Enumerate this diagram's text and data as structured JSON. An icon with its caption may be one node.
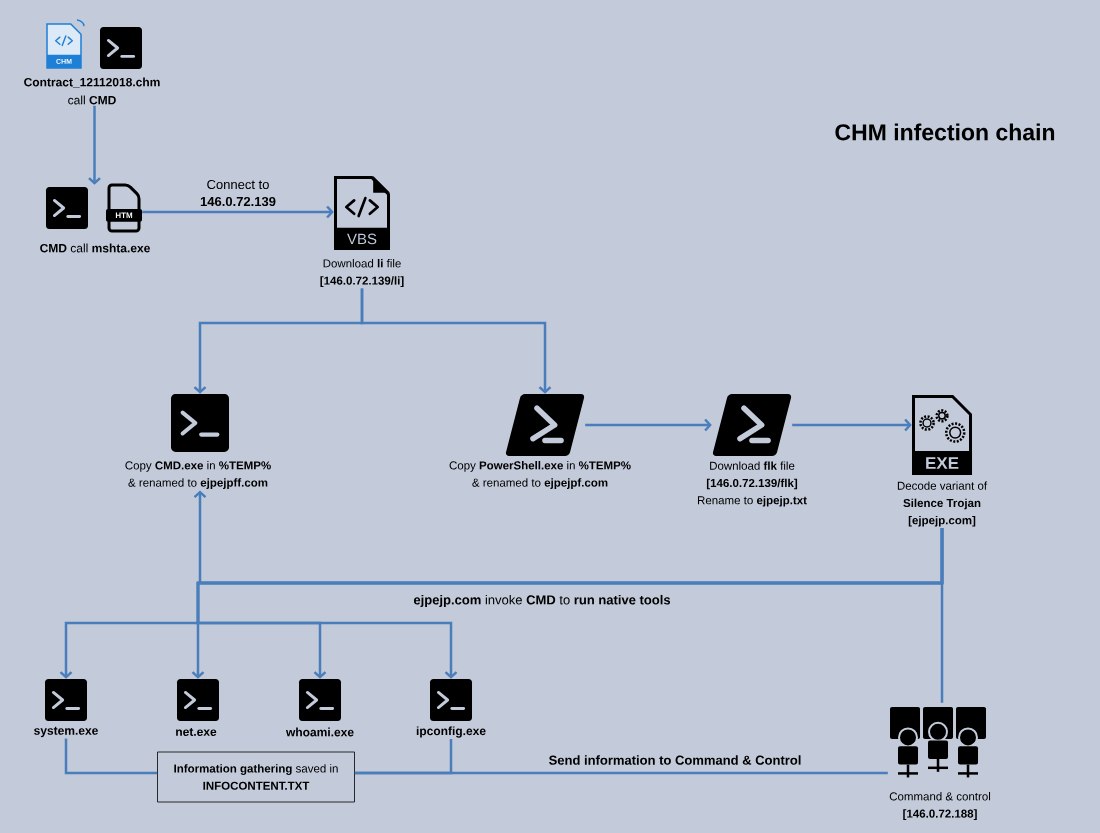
{
  "diagram": {
    "title": "CHM infection chain",
    "nodes": [
      {
        "text": [
          "Contract_12112018.chm",
          "call **CMD**"
        ]
      },
      {
        "text": [
          "**CMD** call **mshta.exe**"
        ]
      },
      {
        "text": [
          "Download **li** file **[146.0.72.139/li]**"
        ]
      },
      {
        "text": [
          "Copy **CMD.exe** in **%TEMP%** & renamed to **ejpejpff.com**"
        ]
      },
      {
        "text": [
          "Copy **PowerShell.exe** in **%TEMP%** & renamed to **ejpejpf.com**"
        ]
      },
      {
        "text": [
          "Download **flk** file **[146.0.72.139/flk]** Rename to **ejpejp.txt**"
        ]
      },
      {
        "text": [
          "Decode variant of **Silence Trojan [ejpejp.com]**"
        ]
      },
      {
        "text": [
          "system.exe"
        ]
      },
      {
        "text": [
          "net.exe"
        ]
      },
      {
        "text": [
          "whoami.exe"
        ]
      },
      {
        "text": [
          "ipconfig.exe"
        ]
      },
      {
        "text": [
          "**Information gathering** saved in **INFOCONTENT.TXT**"
        ]
      },
      {
        "text": [
          "Command & control **[146.0.72.188]**"
        ]
      }
    ],
    "edges": [
      {
        "from": 0,
        "to": 1,
        "arrow": "to"
      },
      {
        "from": 1,
        "to": 2,
        "arrow": "to",
        "label": "Connect to **146.0.72.139**"
      },
      {
        "from": 2,
        "to": 3,
        "arrow": "to"
      },
      {
        "from": 2,
        "to": 4,
        "arrow": "to"
      },
      {
        "from": 4,
        "to": 5,
        "arrow": "to"
      },
      {
        "from": 5,
        "to": 6,
        "arrow": "to"
      },
      {
        "from": 6,
        "to": 3,
        "arrow": "to",
        "label": "**ejpejp.com** invoke **CMD** to **run native tools**"
      },
      {
        "from": 6,
        "to": 12,
        "arrow": "none"
      },
      {
        "from": 6,
        "to": 7,
        "arrow": "to"
      },
      {
        "from": 6,
        "to": 8,
        "arrow": "to"
      },
      {
        "from": 6,
        "to": 9,
        "arrow": "to"
      },
      {
        "from": 6,
        "to": 10,
        "arrow": "to"
      },
      {
        "from": 7,
        "to": 11,
        "arrow": "none"
      },
      {
        "from": 10,
        "to": 11,
        "arrow": "none"
      },
      {
        "from": 11,
        "to": 12,
        "arrow": "none",
        "label": "Send information to Command & Control"
      }
    ],
    "labels": [
      "CHM",
      "HTM",
      "VBS",
      "EXE"
    ]
  }
}
